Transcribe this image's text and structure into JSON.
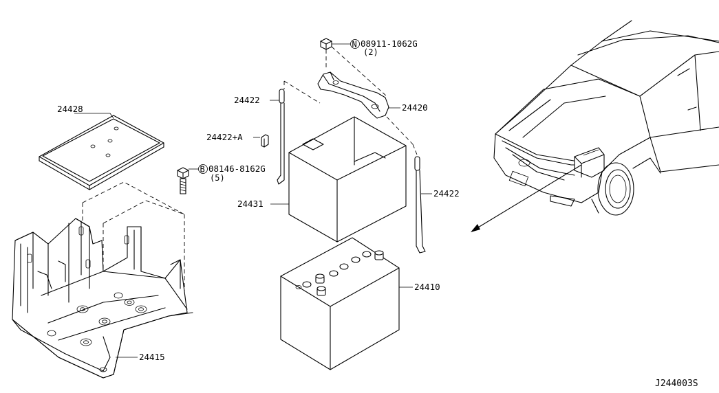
{
  "callouts": {
    "p24428": "24428",
    "p24422_top": "24422",
    "p24422a": "24422+A",
    "p08146": "08146-8162G",
    "p08146_qty": "(5)",
    "p08146_prefix": "B",
    "p08911": "08911-1062G",
    "p08911_qty": "(2)",
    "p08911_prefix": "N",
    "p24420": "24420",
    "p24431": "24431",
    "p24422_right": "24422",
    "p24410": "24410",
    "p24415": "24415"
  },
  "diagram_code": "J244003S"
}
